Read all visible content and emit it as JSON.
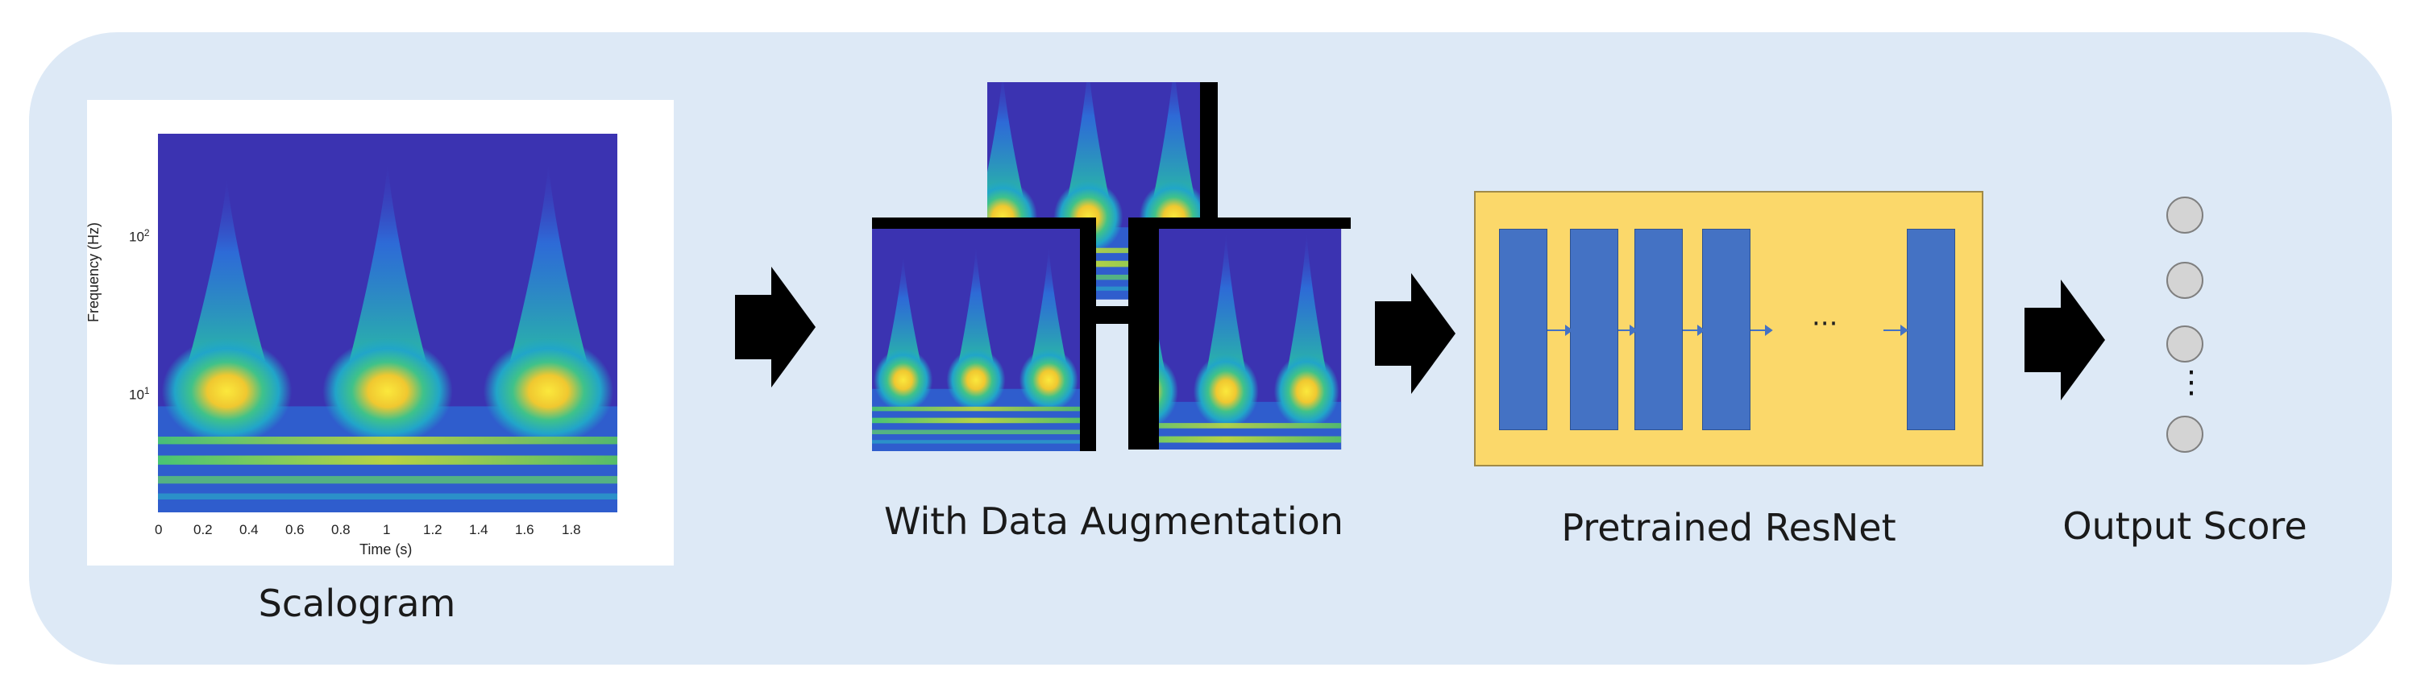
{
  "captions": {
    "scalogram": "Scalogram",
    "augmentation": "With Data Augmentation",
    "resnet": "Pretrained ResNet",
    "output": "Output Score"
  },
  "scalogram_plot": {
    "ylabel": "Frequency (Hz)",
    "xlabel": "Time (s)",
    "y_ticks": [
      {
        "base": "10",
        "exp": "2"
      },
      {
        "base": "10",
        "exp": "1"
      }
    ],
    "x_ticks": [
      "0",
      "0.2",
      "0.4",
      "0.6",
      "0.8",
      "1",
      "1.2",
      "1.4",
      "1.6",
      "1.8"
    ]
  },
  "resnet": {
    "ellipsis": "···"
  },
  "output": {
    "ellipsis": "⋮"
  },
  "colors": {
    "panel_bg": "#dde9f6",
    "resnet_bg": "#fbd86a",
    "layer_fill": "#4472c4",
    "node_fill": "#d4d4d4",
    "scalogram_bg": "#3d2fa8",
    "scalogram_hot": "#f9e23a"
  },
  "icons": [
    "right-arrow-icon"
  ]
}
